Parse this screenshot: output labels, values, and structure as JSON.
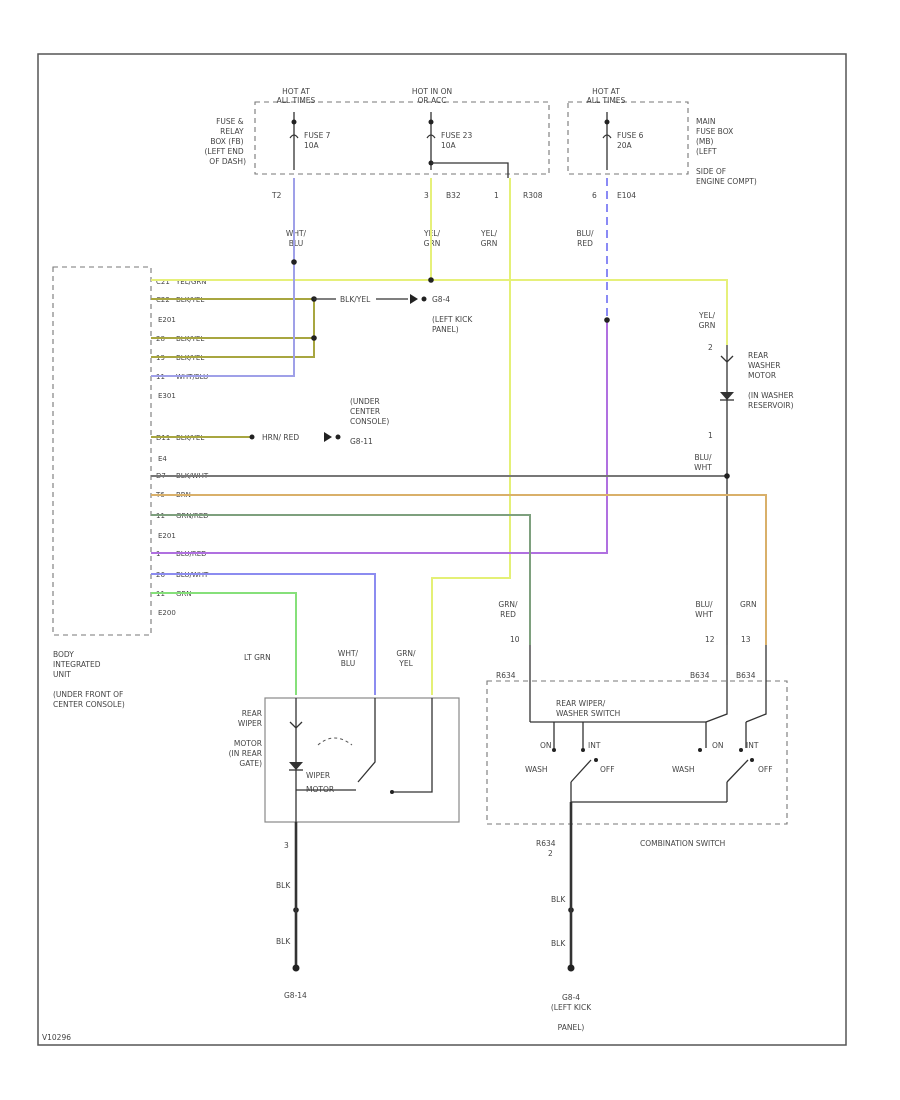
{
  "colors": {
    "yel_grn": "#e6f07a",
    "blk_yel": "#a8a640",
    "wht_blu": "#9fa0e8",
    "blu_red": "#8a8af5",
    "blk_wht": "#777777",
    "brn": "#d9b06a",
    "grn_red": "#7ea07e",
    "blu_red_purple": "#b070e0",
    "blu_wht": "#8c8cf0",
    "grn": "#9ae66e",
    "grn_yel": "#e4f076",
    "lt_grn": "#86e07a",
    "black": "#333333"
  },
  "power": {
    "hot1": [
      "HOT AT",
      "ALL TIMES"
    ],
    "hot2": [
      "HOT IN ON",
      "OR ACC"
    ],
    "hot3": [
      "HOT AT",
      "ALL TIMES"
    ],
    "fuse_relay_box": [
      "FUSE &",
      "RELAY",
      "BOX (FB)",
      "(LEFT END",
      "OF DASH)"
    ],
    "fuse7": [
      "FUSE 7",
      "10A"
    ],
    "fuse23": [
      "FUSE 23",
      "10A"
    ],
    "fuse6": [
      "FUSE 6",
      "20A"
    ],
    "main_fuse_box": [
      "MAIN",
      "FUSE BOX",
      "(MB)",
      "(LEFT",
      "SIDE OF",
      "ENGINE COMPT)"
    ],
    "pin_t2": "T2",
    "pin_3": "3",
    "pin_b32": "B32",
    "pin_1": "1",
    "pin_r308": "R308",
    "pin_6": "6",
    "pin_e104": "E104"
  },
  "wires": {
    "wht_blu": [
      "WHT/",
      "BLU"
    ],
    "yel_grn_a": [
      "YEL/",
      "GRN"
    ],
    "yel_grn_b": [
      "YEL/",
      "GRN"
    ],
    "blu_red": [
      "BLU/",
      "RED"
    ],
    "yel_grn_c": [
      "YEL/",
      "GRN"
    ],
    "blu_wht": [
      "BLU/",
      "WHT"
    ],
    "grn_red": [
      "GRN/",
      "RED"
    ],
    "blu_wht2": [
      "BLU/",
      "WHT"
    ],
    "grn": "GRN",
    "lt_grn": "LT GRN",
    "wht_blu2": [
      "WHT/",
      "BLU"
    ],
    "grn_yel": [
      "GRN/",
      "YEL"
    ],
    "blk1": "BLK",
    "blk2": "BLK",
    "blk3": "BLK",
    "blk4": "BLK",
    "blk_yel_splice": "BLK/YEL",
    "hrn_red": "HRN/ RED"
  },
  "biu": {
    "label": [
      "BODY",
      "INTEGRATED",
      "UNIT",
      "(UNDER FRONT OF",
      "CENTER CONSOLE)"
    ],
    "conn_e201": "E201",
    "conn_e301": "E301",
    "conn_e4": "E4",
    "conn_e201b": "E201",
    "conn_e200": "E200",
    "pins": [
      {
        "pin": "C21",
        "wire": "YEL/GRN"
      },
      {
        "pin": "C22",
        "wire": "BLK/YEL"
      },
      {
        "pin": "28",
        "wire": "BLK/YEL"
      },
      {
        "pin": "19",
        "wire": "BLK/YEL"
      },
      {
        "pin": "11",
        "wire": "WHT/BLU"
      },
      {
        "pin": "D11",
        "wire": "BLK/YEL"
      },
      {
        "pin": "D7",
        "wire": "BLK/WHT"
      },
      {
        "pin": "T6",
        "wire": "BRN"
      },
      {
        "pin": "11",
        "wire": "GRN/RED"
      },
      {
        "pin": "1",
        "wire": "BLU/RED"
      },
      {
        "pin": "26",
        "wire": "BLU/WHT"
      },
      {
        "pin": "11",
        "wire": "GRN"
      }
    ]
  },
  "grounds": {
    "g4_splice": [
      "G8-4",
      "(LEFT KICK",
      "PANEL)"
    ],
    "under_console": [
      "(UNDER",
      "CENTER",
      "CONSOLE)",
      "G8-11"
    ],
    "g14": "G8-14",
    "g4_bottom": [
      "G8-4",
      "(LEFT KICK",
      "PANEL)"
    ]
  },
  "washer": {
    "pin_2": "2",
    "pin_1": "1",
    "label": [
      "REAR",
      "WASHER",
      "MOTOR",
      "(IN WASHER",
      "RESERVOIR)"
    ]
  },
  "wiper": {
    "label": [
      "REAR",
      "WIPER",
      "MOTOR",
      "(IN REAR",
      "GATE)"
    ],
    "inner": [
      "WIPER",
      "MOTOR"
    ],
    "pin_3": "3"
  },
  "switch": {
    "pin_10": "10",
    "pin_12": "12",
    "pin_13": "13",
    "conn1": "R634",
    "conn2": "B634",
    "conn3": "B634",
    "title": [
      "REAR WIPER/",
      "WASHER SWITCH"
    ],
    "wash1": "WASH",
    "on1": "ON",
    "int1": "INT",
    "off1": "OFF",
    "wash2": "WASH",
    "on2": "ON",
    "int2": "INT",
    "off2": "OFF",
    "combination": "COMBINATION SWITCH",
    "ground_conn": [
      "R634",
      "2"
    ]
  },
  "footer_code": "V10296"
}
